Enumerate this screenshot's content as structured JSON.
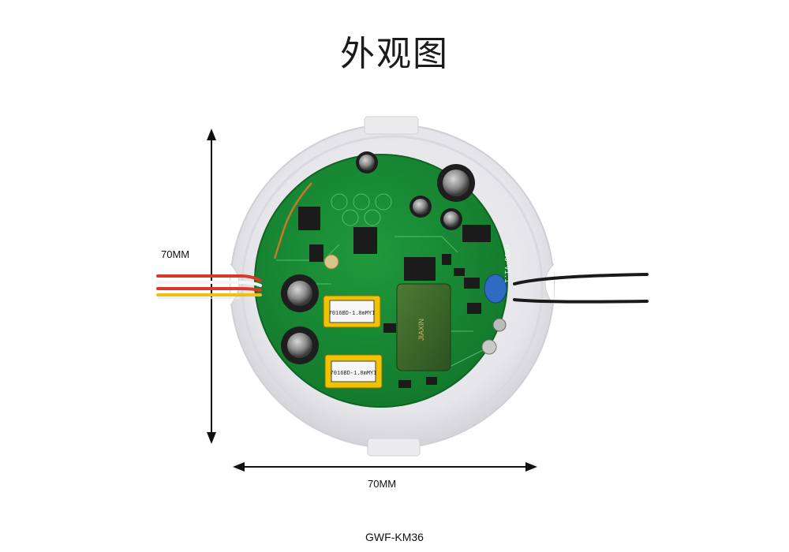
{
  "title": "外观图",
  "dimensions": {
    "height_label": "70MM",
    "width_label": "70MM"
  },
  "model": "GWF-KM36",
  "pcb": {
    "board_mark": "KM36-V1.1",
    "transformer_1_label": "7016BD-1.8mMYI",
    "transformer_2_label": "7016BD-1.8mMYI",
    "capacitor_label": "JIAXIN"
  }
}
